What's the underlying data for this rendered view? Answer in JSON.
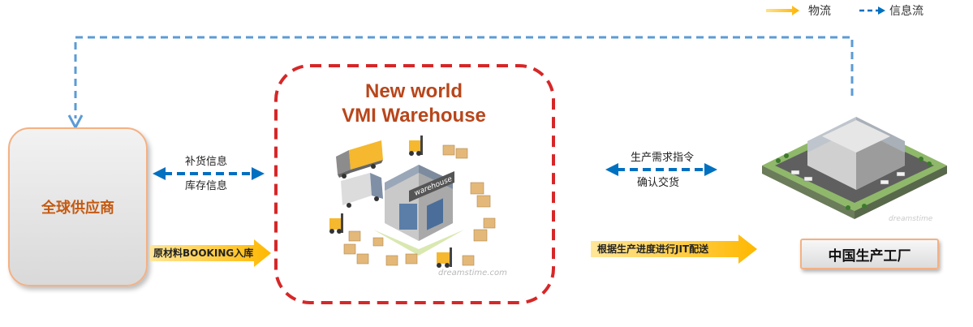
{
  "legend": {
    "material_flow": "物流",
    "info_flow": "信息流"
  },
  "supplier": {
    "label": "全球供应商"
  },
  "warehouse": {
    "title_line1": "New world",
    "title_line2": "VMI Warehouse",
    "sign": "warehouse",
    "watermark": "dreamstime.com"
  },
  "left_info": {
    "top": "补货信息",
    "bottom": "库存信息"
  },
  "right_info": {
    "top": "生产需求指令",
    "bottom": "确认交货"
  },
  "inbound": {
    "label": "原材料BOOKING入库"
  },
  "jit": {
    "label": "根据生产进度进行JIT配送"
  },
  "factory": {
    "label": "中国生产工厂",
    "watermark": "dreamstime"
  },
  "colors": {
    "material_arrow": "#ffc000",
    "info_arrow": "#0070c0",
    "feedback_line": "#5b9bd5",
    "warehouse_border": "#d62728",
    "title": "#b8461b",
    "supplier_text": "#c55a11",
    "box_border": "#f4b183"
  }
}
